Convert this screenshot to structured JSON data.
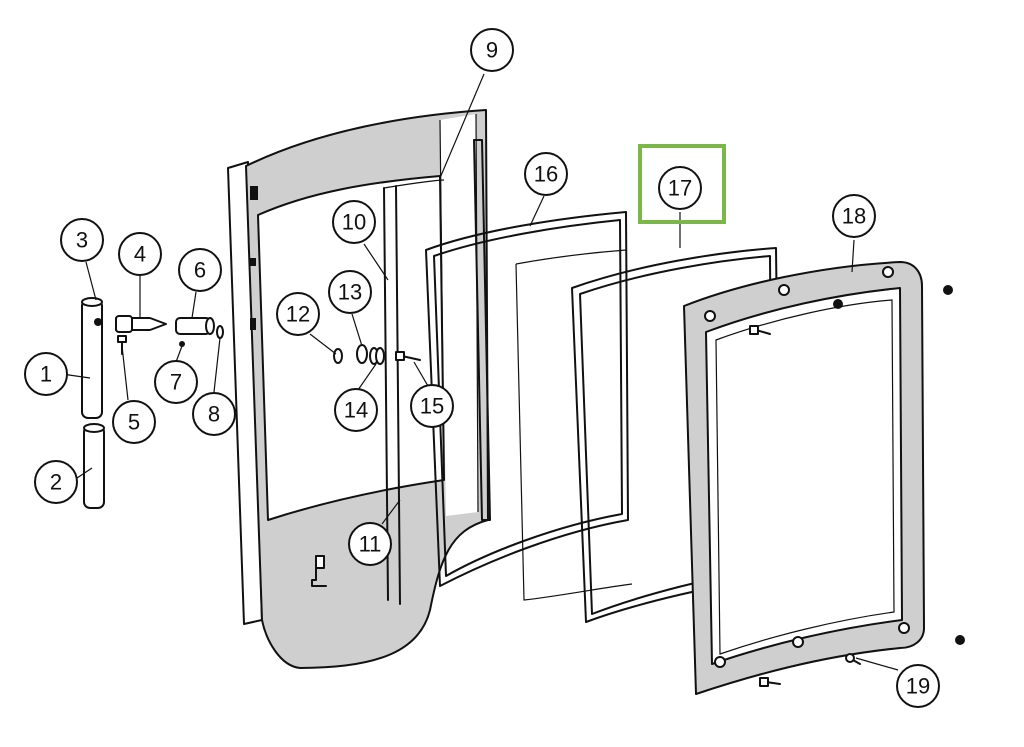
{
  "diagram": {
    "highlight_color": "#7ab648",
    "highlighted_callout": "17",
    "callouts": [
      {
        "id": "c1",
        "label": "1"
      },
      {
        "id": "c2",
        "label": "2"
      },
      {
        "id": "c3",
        "label": "3"
      },
      {
        "id": "c4",
        "label": "4"
      },
      {
        "id": "c5",
        "label": "5"
      },
      {
        "id": "c6",
        "label": "6"
      },
      {
        "id": "c7",
        "label": "7"
      },
      {
        "id": "c8",
        "label": "8"
      },
      {
        "id": "c9",
        "label": "9"
      },
      {
        "id": "c10",
        "label": "10"
      },
      {
        "id": "c11",
        "label": "11"
      },
      {
        "id": "c12",
        "label": "12"
      },
      {
        "id": "c13",
        "label": "13"
      },
      {
        "id": "c14",
        "label": "14"
      },
      {
        "id": "c15",
        "label": "15"
      },
      {
        "id": "c16",
        "label": "16"
      },
      {
        "id": "c17",
        "label": "17"
      },
      {
        "id": "c18",
        "label": "18"
      },
      {
        "id": "c19",
        "label": "19"
      }
    ]
  }
}
